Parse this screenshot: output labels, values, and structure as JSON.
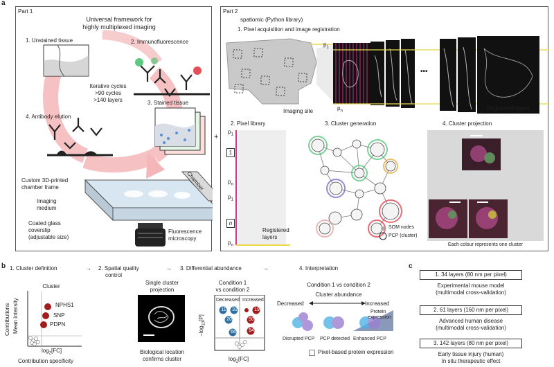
{
  "panel_a": {
    "label": "a",
    "part1": {
      "title": "Part 1",
      "framework_line1": "Universal framework for",
      "framework_line2": "highly multiplexed imaging",
      "step1": "1. Unstained tissue",
      "step2": "2. Immunofluorescence",
      "step3": "3. Stained tissue",
      "step4": "4. Antibody elution",
      "cycles_line1": "Iterative cycles",
      "cycles_line2": ">90 cycles",
      "cycles_line3": ">140 layers",
      "chamber_frame_line1": "Custom 3D-printed",
      "chamber_frame_line2": "chamber frame",
      "chamber": "Chamber",
      "imaging_medium_line1": "Imaging",
      "imaging_medium_line2": "medium",
      "coverslip_line1": "Coated glass",
      "coverslip_line2": "coverslip",
      "coverslip_line3": "(adjustable size)",
      "microscopy_line1": "Fluorescence",
      "microscopy_line2": "microscopy"
    },
    "plus": "+",
    "part2": {
      "title": "Part 2",
      "library": "spatiomic (Python library)",
      "step1": "1. Pixel acquisition and image registration",
      "p1": "p",
      "p1_sub": "1",
      "pn": "p",
      "pn_sub": "n",
      "imaging_site": "Imaging site",
      "ellipsis": "•••",
      "registered_layers": "Registered layers",
      "step2": "2. Pixel library",
      "lib_p1a": "p",
      "lib_p1a_sub": "1",
      "lib_box1": "1",
      "lib_pn_a": "p",
      "lib_pn_a_sub": "n",
      "lib_p1b": "p",
      "lib_p1b_sub": "1",
      "lib_boxn": "n",
      "lib_pn_b": "p",
      "lib_pn_b_sub": "n",
      "lib_registered_line1": "Registered",
      "lib_registered_line2": "layers",
      "step3": "3. Cluster generation",
      "legend_som": "SOM nodes",
      "legend_pcp": "PCP (cluster)",
      "step4": "4. Cluster projection",
      "projection_caption": "Each colour represents one cluster"
    }
  },
  "panel_b": {
    "label": "b",
    "step1": "1. Cluster definition",
    "step2_line1": "2. Spatial quality",
    "step2_line2": "control",
    "step3": "3. Differential abundance",
    "step4": "4. Interpretation",
    "arrow": "→",
    "cluster_title": "Cluster",
    "y_label_1": "Contributions",
    "y_label_2": "Mean intensity",
    "x_label": "log",
    "x_label_sub": "2",
    "x_label_rest": "[FC]",
    "x_caption": "Contribution specificity",
    "markers": [
      "NPHS1",
      "SNP",
      "PDPN"
    ],
    "single_cluster_line1": "Single cluster",
    "single_cluster_line2": "projection",
    "bio_line1": "Biological location",
    "bio_line2": "confirms cluster",
    "cond_line1": "Condition 1",
    "cond_line2": "vs condition 2",
    "decreased": "Decreased",
    "increased": "Increased",
    "volcano_ylabel": "−log",
    "volcano_ylabel_sub": "10",
    "volcano_ylabel_rest": "[P]",
    "volcano_xlabel": "log",
    "volcano_xlabel_sub": "2",
    "volcano_xlabel_rest": "[FC]",
    "blue_numbers": [
      "11",
      "33",
      "20",
      "66"
    ],
    "red_numbers": [
      "19",
      "50",
      "94"
    ],
    "interp_title": "Condition 1 vs condition 2",
    "abundance": "Cluster abundance",
    "interp_decreased": "Decreased",
    "interp_increased": "Increased",
    "protein_line1": "Protein",
    "protein_line2": "expression",
    "disrupted": "Disrupted PCP",
    "detected": "PCP detected",
    "enhanced": "Enhanced PCP",
    "pixel_expression": "Pixel-based protein expression"
  },
  "panel_c": {
    "label": "c",
    "items": [
      {
        "box": "1. 34 layers (80 nm per pixel)",
        "line1": "Experimental mouse model",
        "line2": "(multimodal cross-validation)"
      },
      {
        "box": "2. 61 layers (160 nm per pixel)",
        "line1": "Advanced human disease",
        "line2": "(multimodal cross-validation)"
      },
      {
        "box": "3. 142 layers (80 nm per pixel)",
        "line1": "Early tissue injury (human)",
        "line2": "In situ therapeutic effect"
      }
    ]
  },
  "colors": {
    "pink_arrow": "#f4b6b8",
    "magenta": "#d6338a",
    "yellow": "#e8d84a",
    "red_dot": "#a11d1d",
    "blue_dot": "#2f6fa3",
    "green_ab": "#3fbf6a",
    "red_ab": "#e0303a"
  }
}
